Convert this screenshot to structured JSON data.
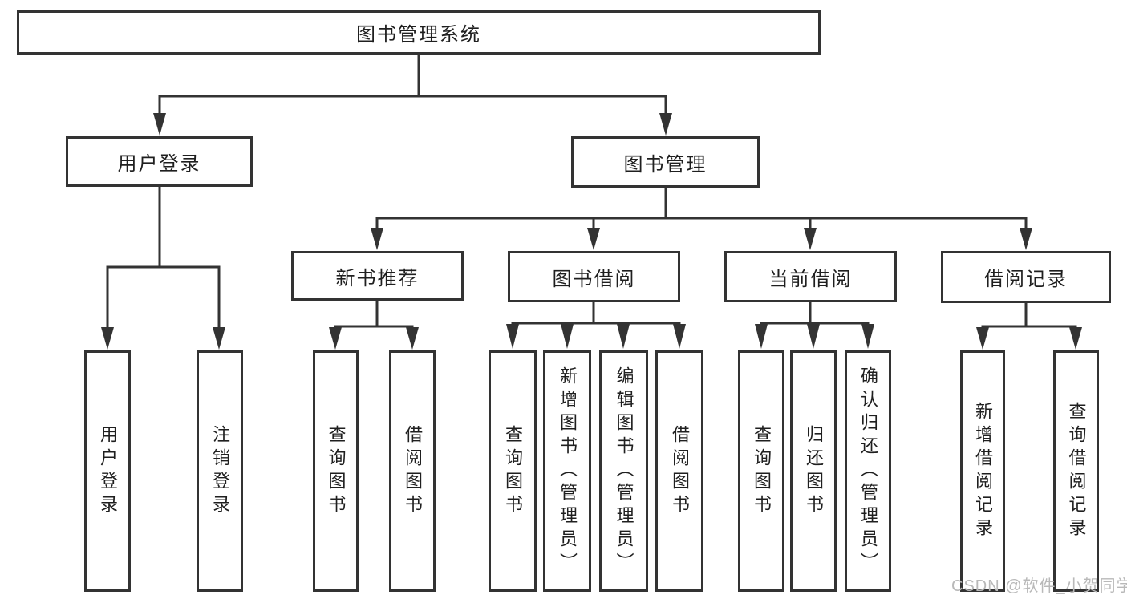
{
  "diagram": {
    "title": "图书管理系统",
    "structure": {
      "图书管理系统": {
        "用户登录": [
          "用户登录",
          "注销登录"
        ],
        "图书管理": {
          "新书推荐": [
            "查询图书",
            "借阅图书"
          ],
          "图书借阅": [
            "查询图书",
            "新增图书（管理员）",
            "编辑图书（管理员）",
            "借阅图书"
          ],
          "当前借阅": [
            "查询图书",
            "归还图书",
            "确认归还（管理员）"
          ],
          "借阅记录": [
            "新增借阅记录",
            "查询借阅记录"
          ]
        }
      }
    }
  },
  "nodes": {
    "root": "图书管理系统",
    "user_login": "用户登录",
    "book_mgmt": "图书管理",
    "new_book_rec": "新书推荐",
    "book_borrow": "图书借阅",
    "current_borrow": "当前借阅",
    "borrow_records": "借阅记录",
    "leaf_user_login": "用户登录",
    "leaf_logout": "注销登录",
    "leaf_nbr_query": "查询图书",
    "leaf_nbr_borrow": "借阅图书",
    "leaf_bb_query": "查询图书",
    "leaf_bb_add": "新增图书（管理员）",
    "leaf_bb_edit": "编辑图书（管理员）",
    "leaf_bb_borrow": "借阅图书",
    "leaf_cb_query": "查询图书",
    "leaf_cb_return": "归还图书",
    "leaf_cb_confirm": "确认归还（管理员）",
    "leaf_br_add": "新增借阅记录",
    "leaf_br_query": "查询借阅记录"
  },
  "watermark": {
    "text": "CSDN @软件_小贺同学",
    "color": "#b9b9b9"
  },
  "colors": {
    "line": "#333333",
    "box_border": "#333333",
    "box_fill": "#ffffff",
    "text": "#1f1f1f",
    "background": "#ffffff"
  }
}
